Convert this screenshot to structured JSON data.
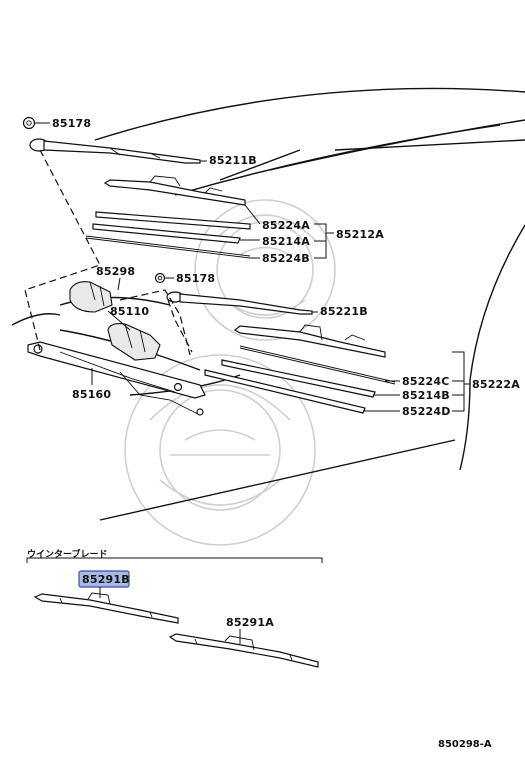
{
  "labels": {
    "nut_top": "85178",
    "arm_left": "85211B",
    "blade_insert_a": "85224A",
    "blade_strip_a": "85214A",
    "blade_insert_b": "85224B",
    "blade_assy_left": "85212A",
    "bracket": "85298",
    "nut_mid": "85178",
    "motor": "85110",
    "arm_right": "85221B",
    "link": "85160",
    "blade_insert_c": "85224C",
    "blade_strip_b": "85214B",
    "blade_insert_d": "85224D",
    "blade_assy_right": "85222A"
  },
  "winter_section": {
    "title": "ウインターブレード",
    "highlighted_part": "85291B",
    "other_part": "85291A"
  },
  "diagram_code": "850298-A",
  "colors": {
    "highlight_fill": "#a9b9e6",
    "highlight_border": "#3a4fa0",
    "line": "#111111"
  }
}
